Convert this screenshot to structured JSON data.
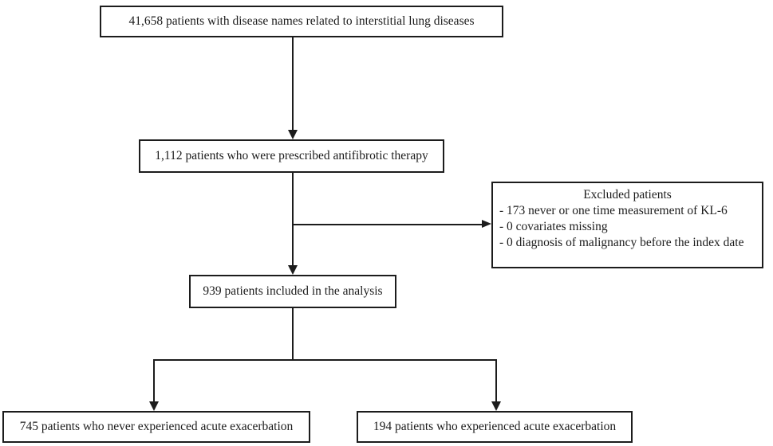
{
  "diagram": {
    "type": "patient-flow-chart",
    "boxes": {
      "source": "41,658 patients with disease names related to interstitial lung diseases",
      "antifibrotic": "1,112 patients who were prescribed antifibrotic therapy",
      "analysis": "939 patients included in the analysis",
      "no_exacerbation": "745 patients who never experienced acute exacerbation",
      "exacerbation": "194 patients who experienced acute exacerbation"
    },
    "excluded": {
      "title": "Excluded patients",
      "items": [
        "- 173 never or one time measurement of KL-6",
        "- 0 covariates missing",
        "- 0 diagnosis of malignancy before the index date"
      ]
    },
    "counts": {
      "source": 41658,
      "antifibrotic": 1112,
      "excluded_kl6": 173,
      "excluded_covariates": 0,
      "excluded_malignancy": 0,
      "analysis": 939,
      "no_exacerbation": 745,
      "exacerbation": 194
    },
    "colors": {
      "background": "#ffffff",
      "line": "#1c1c1c",
      "text": "#1c1c1c"
    }
  }
}
